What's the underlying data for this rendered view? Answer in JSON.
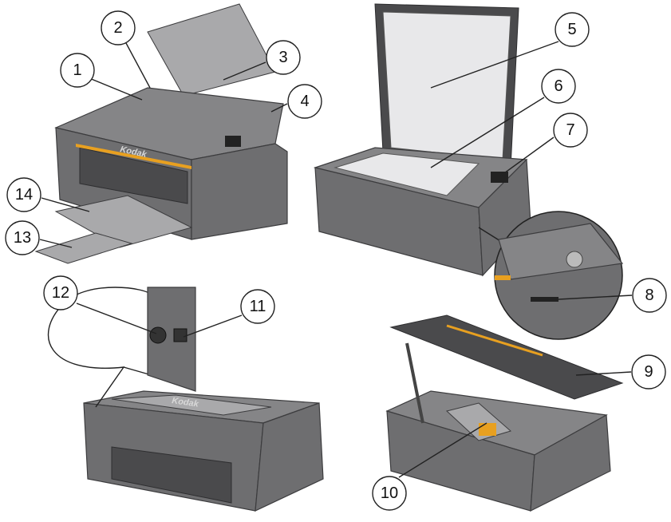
{
  "title": "Printer components diagram",
  "logo_text": "Kodak",
  "callouts": [
    {
      "label": "1"
    },
    {
      "label": "2"
    },
    {
      "label": "3"
    },
    {
      "label": "4"
    },
    {
      "label": "5"
    },
    {
      "label": "6"
    },
    {
      "label": "7"
    },
    {
      "label": "8"
    },
    {
      "label": "9"
    },
    {
      "label": "10"
    },
    {
      "label": "11"
    },
    {
      "label": "12"
    },
    {
      "label": "13"
    },
    {
      "label": "14"
    }
  ],
  "colors": {
    "printer_body": "#6e6e70",
    "accent": "#e8a020",
    "line": "#222222"
  }
}
